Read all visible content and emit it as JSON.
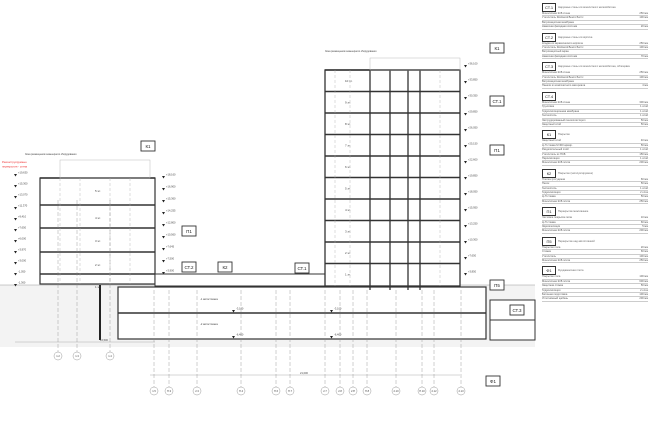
{
  "drawing": {
    "zone_label_left": "Зона размещения инженерного оборудования",
    "zone_label_tower": "Зона размещения инженерного оборудования",
    "red_note": [
      "Реконструируемые",
      "перекрытия - стена"
    ],
    "tags": [
      "К1",
      "П1",
      "СТ.2",
      "К2",
      "СТ.1",
      "К1",
      "СТ.1",
      "П1",
      "П5",
      "СТ.3",
      "Ф1"
    ],
    "left_floors": [
      "5 эт.",
      "4 эт.",
      "3 эт.",
      "2 эт.",
      "1 эт."
    ],
    "tower_floors": [
      "10 эт.",
      "9 эт.",
      "8 эт.",
      "7 эт.",
      "6 эт.",
      "5 эт.",
      "4 эт.",
      "3 эт.",
      "2 эт.",
      "1 эт."
    ],
    "left_levels": [
      "+19,630",
      "+15,300",
      "+13,070",
      "+11,370",
      "+9,410",
      "+7,650",
      "+6,000",
      "+3,970",
      "+3,000",
      "-1,050",
      "-1,360"
    ],
    "left_right_levels": [
      "+18,160",
      "+16,900",
      "+15,360",
      "+14,255",
      "+12,800",
      "+10,560",
      "+7,645",
      "+7,500",
      "+3,900"
    ],
    "tower_levels": [
      "+36,100",
      "+33,850",
      "+30,350",
      "+29,850",
      "+26,050",
      "+25,150",
      "+22,600",
      "+19,850",
      "+18,050",
      "+15,950",
      "+13,250",
      "+10,300",
      "+7,650",
      "+3,850"
    ],
    "parking_labels": [
      "-1 автостоянка",
      "-2 автостоянка"
    ],
    "parking_levels": [
      "-3,100",
      "-3,100",
      "-6,400",
      "-6,400"
    ],
    "dim_left": "16,500",
    "dim_bottom": "21,000",
    "grid_top_row": [
      "1.2",
      "1.3",
      "1.4"
    ],
    "grid_bottom_row": [
      "1.5",
      "П.3",
      "2.3",
      "П.4",
      "П.6",
      "П.7",
      "2.7",
      "2.8",
      "2.8'",
      "П.8",
      "2.10",
      "П.10",
      "2.12",
      "2.13"
    ]
  },
  "legend": [
    {
      "tag": "СТ.1",
      "title": "Наружные стены из монолитного железобетона",
      "rows": [
        [
          "Монолитная Ж/Б стена",
          "250 мм"
        ],
        [
          "Утеплитель Rockwool Венти Баттс",
          "100 мм"
        ],
        [
          "Ветрозащитная мембрана",
          ""
        ],
        [
          "Навесная фасадная система",
          "20 мм"
        ]
      ]
    },
    {
      "tag": "СТ.2",
      "title": "Наружные стены из кирпича",
      "rows": [
        [
          "Кладка из керамического кирпича",
          "250 мм"
        ],
        [
          "Утеплитель Rockwool Венти Баттс",
          "100 мм"
        ],
        [
          "Ветрозащитный экран",
          ""
        ],
        [
          "Навесная фасадная система",
          "70 мм"
        ]
      ]
    },
    {
      "tag": "СТ.3",
      "title": "Наружные стены из монолитного железобетона, облицовка",
      "rows": [
        [
          "Монолитная Ж/Б стена",
          "250 мм"
        ],
        [
          "Утеплитель Rockwool Венти Баттс",
          "100 мм"
        ],
        [
          "Ветрозащитная мембрана",
          ""
        ],
        [
          "Панели из композитного материала",
          "4 мм"
        ]
      ]
    },
    {
      "tag": "СТ.4",
      "title": "",
      "rows": [
        [
          "Монолитная Ж/Б стена",
          "300 мм"
        ],
        [
          "Грунтовка",
          "1 слой"
        ],
        [
          "Гидроизоляционная мембрана",
          "1 слой"
        ],
        [
          "Геотекстиль",
          "1 слой"
        ],
        [
          "Экструдированный пенополистирол",
          "50 мм"
        ],
        [
          "Защитный слой",
          "50 мм"
        ]
      ]
    },
    {
      "tag": "К1",
      "title": "Покрытие",
      "rows": [
        [
          "Защитный слой",
          "40 мм"
        ],
        [
          "Ц-П стяжка М 300 армир.",
          "50 мм"
        ],
        [
          "Разделительный слой",
          "1 слой"
        ],
        [
          "Утеплитель из ПСБ",
          "150 мм"
        ],
        [
          "Пароизоляция",
          "1 слой"
        ],
        [
          "Монолитная Ж/Б плита",
          "200 мм"
        ]
      ]
    },
    {
      "tag": "К2",
      "title": "Покрытие (эксплуатируемое)",
      "rows": [
        [
          "Плитка тротуарная",
          "60 мм"
        ],
        [
          "Песок",
          "50 мм"
        ],
        [
          "Геотекстиль",
          "1 слой"
        ],
        [
          "Гидроизоляция",
          "2 слоя"
        ],
        [
          "Ц-П стяжка",
          "50 мм"
        ],
        [
          "Монолитная Ж/Б плита",
          "250 мм"
        ]
      ]
    },
    {
      "tag": "П1",
      "title": "Перекрытие межэтажное",
      "rows": [
        [
          "Чистовое покрытие пола",
          "10 мм"
        ],
        [
          "Ц-П стяжка",
          "60 мм"
        ],
        [
          "Звукоизоляция",
          "5 мм"
        ],
        [
          "Монолитная Ж/Б плита",
          "200 мм"
        ]
      ]
    },
    {
      "tag": "П5",
      "title": "Перекрытие над автостоянкой",
      "rows": [
        [
          "Покрытие пола",
          "20 мм"
        ],
        [
          "Стяжка",
          "60 мм"
        ],
        [
          "Утеплитель",
          "100 мм"
        ],
        [
          "Монолитная Ж/Б плита",
          "250 мм"
        ]
      ]
    },
    {
      "tag": "Ф1",
      "title": "Фундаментная плита",
      "rows": [
        [
          "Покрытие пола",
          "100 мм"
        ],
        [
          "Монолитная Ж/Б плита",
          "600 мм"
        ],
        [
          "Защитная стяжка",
          "50 мм"
        ],
        [
          "Гидроизоляция",
          "2 слоя"
        ],
        [
          "Бетонная подготовка",
          "100 мм"
        ],
        [
          "Уплотнённый щебень",
          "200 мм"
        ]
      ]
    }
  ]
}
